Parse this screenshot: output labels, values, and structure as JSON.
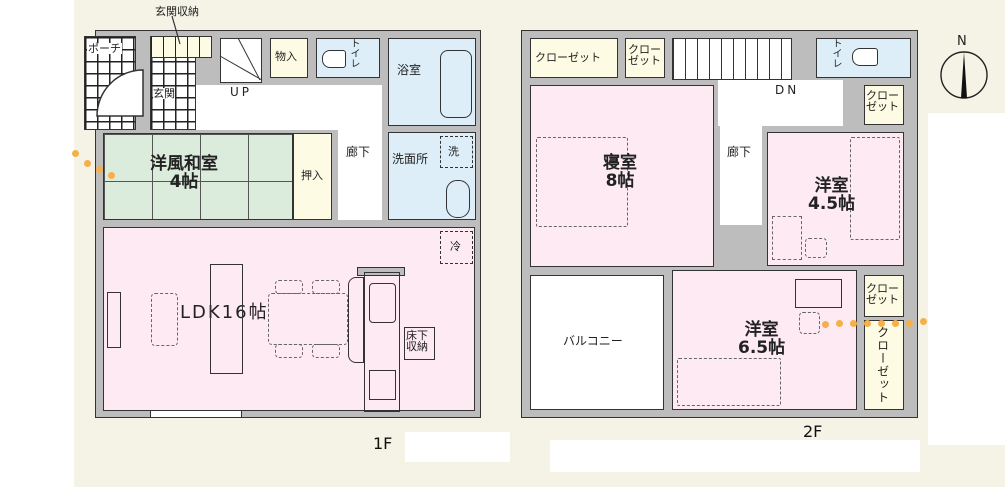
{
  "floor1": {
    "label": "1F",
    "rooms": {
      "porch": "ポーチ",
      "entrance": "玄関",
      "entrance_storage": "玄関収納",
      "stairs_up": "UP",
      "storage": "物入",
      "toilet": "トイレ",
      "bathroom": "浴室",
      "washroom": "洗面所",
      "washer": "洗",
      "hallway": "廊下",
      "japanese_room": "洋風和室",
      "japanese_room_size": "4帖",
      "closet": "押入",
      "ldk": "LDK16帖",
      "underfloor_storage_1": "床下",
      "underfloor_storage_2": "収納",
      "fridge": "冷"
    }
  },
  "floor2": {
    "label": "2F",
    "rooms": {
      "closet_long": "クローゼット",
      "closet_small_1": "クロー",
      "closet_small_2": "ゼット",
      "stairs_down": "DN",
      "toilet": "トイレ",
      "hallway": "廊下",
      "master_bedroom": "寝室",
      "master_bedroom_size": "8帖",
      "western_room_a": "洋室",
      "western_room_a_size": "4.5帖",
      "western_room_b": "洋室",
      "western_room_b_size": "6.5帖",
      "balcony": "バルコニー",
      "closet_vertical": "クローゼット"
    }
  },
  "compass": {
    "label": "N"
  },
  "colors": {
    "background": "#f4f3e6",
    "wall": "#bdbdbd",
    "pink_room": "#fdeaf2",
    "green_room": "#dcecdc",
    "blue_room": "#ddeef8",
    "storage": "#fdfbe3",
    "dot_line": "#f4b04a"
  }
}
